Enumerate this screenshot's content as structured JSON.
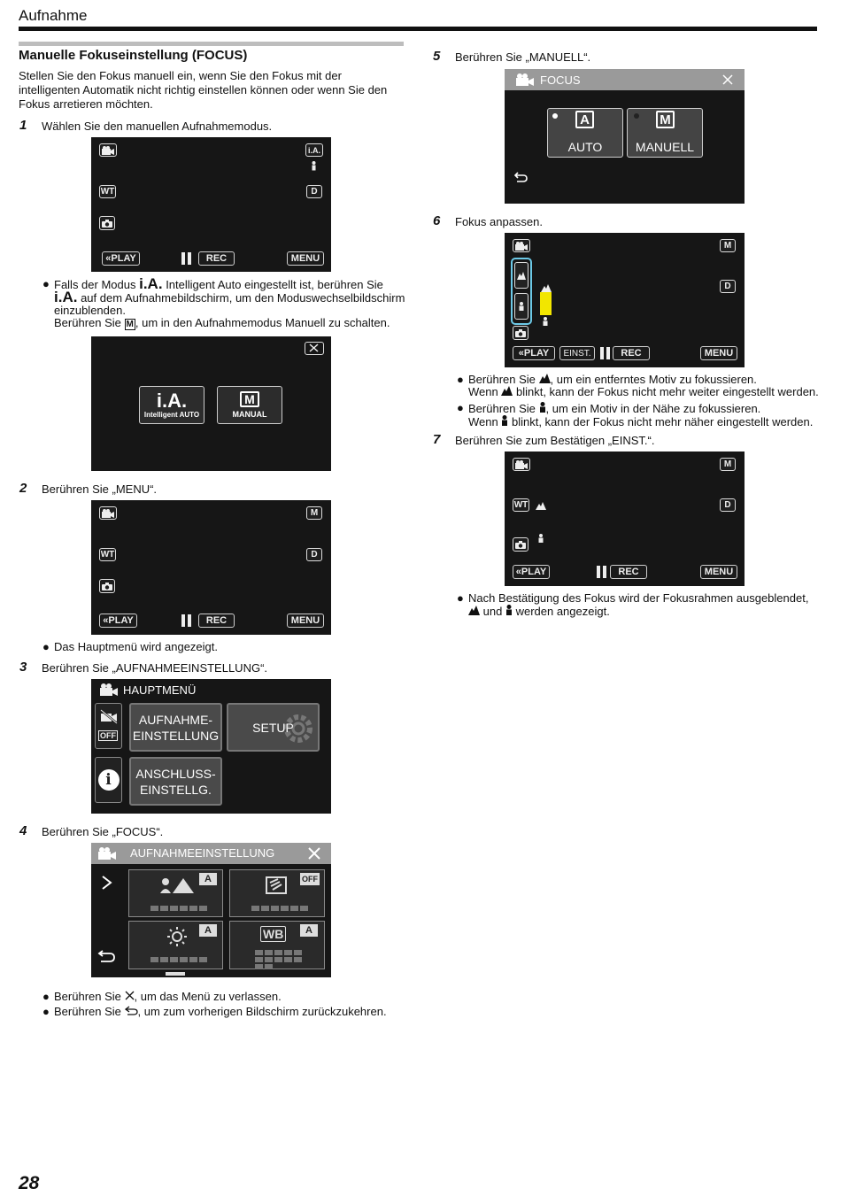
{
  "header": {
    "title": "Aufnahme"
  },
  "section": {
    "title": "Manuelle Fokuseinstellung (FOCUS)",
    "intro": "Stellen Sie den Fokus manuell ein, wenn Sie den Fokus mit der intelligenten Automatik nicht richtig einstellen können oder wenn Sie den Fokus arretieren möchten."
  },
  "steps": [
    {
      "num": "1",
      "text": "Wählen Sie den manuellen Aufnahmemodus."
    },
    {
      "num": "2",
      "text": "Berühren Sie „MENU“."
    },
    {
      "num": "3",
      "text": "Berühren Sie „AUFNAHMEEINSTELLUNG“."
    },
    {
      "num": "4",
      "text": "Berühren Sie „FOCUS“."
    },
    {
      "num": "5",
      "text": "Berühren Sie „MANUELL“."
    },
    {
      "num": "6",
      "text": "Fokus anpassen."
    },
    {
      "num": "7",
      "text": "Berühren Sie zum Bestätigen „EINST.“."
    }
  ],
  "notes": {
    "step1_a": "Falls der Modus",
    "step1_b": "Intelligent Auto eingestellt ist, berühren Sie",
    "step1_c": "auf dem Aufnahmebildschirm, um den Moduswechselbildschirm einzublenden.",
    "step1_d1": "Berühren Sie",
    "step1_d2": ", um in den Aufnahmemodus Manuell zu schalten.",
    "step2": "Das Hauptmenü wird angezeigt.",
    "step4_a1": "Berühren Sie",
    "step4_a2": ", um das Menü zu verlassen.",
    "step4_b1": "Berühren Sie",
    "step4_b2": ", um zum vorherigen Bildschirm zurückzukehren.",
    "step6_a1": "Berühren Sie",
    "step6_a2": ", um ein entferntes Motiv zu fokussieren.",
    "step6_a3": "Wenn",
    "step6_a4": "blinkt, kann der Fokus nicht mehr weiter eingestellt werden.",
    "step6_b1": "Berühren Sie",
    "step6_b2": ", um ein Motiv in der Nähe zu fokussieren.",
    "step6_b3": "Wenn",
    "step6_b4": "blinkt, kann der Fokus nicht mehr näher eingestellt werden.",
    "step7_a": "Nach Bestätigung des Fokus wird der Fokusrahmen ausgeblendet,",
    "step7_b1": "und",
    "step7_b2": "werden angezeigt."
  },
  "screen_labels": {
    "ia": "i.A.",
    "ia_sub": "Intelligent AUTO",
    "manual": "MANUAL",
    "m": "M",
    "d": "D",
    "wt": "WT",
    "play": "PLAY",
    "rec": "REC",
    "menu": "MENU",
    "einst": "EINST.",
    "hauptmenu": "HAUPTMENÜ",
    "aufnahme_einst": "AUFNAHME-\nEINSTELLUNG",
    "setup": "SETUP",
    "anschluss": "ANSCHLUSS-\nEINSTELLG.",
    "off": "OFF",
    "aufnahmeeinstellung": "AUFNAHMEEINSTELLUNG",
    "focus": "FOCUS",
    "auto": "AUTO",
    "manuell": "MANUELL",
    "a": "A"
  },
  "page_number": "28"
}
